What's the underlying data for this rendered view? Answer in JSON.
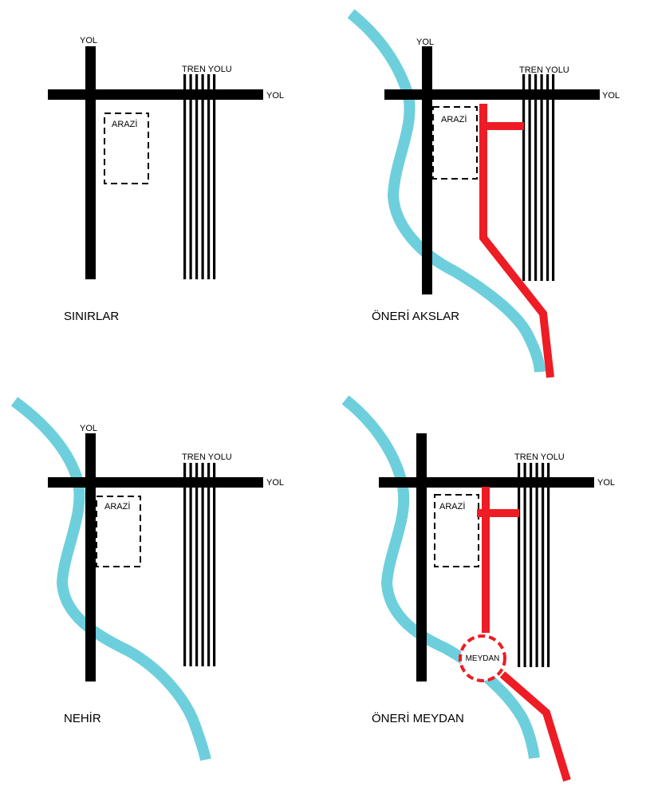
{
  "labels": {
    "road": "YOL",
    "railway": "TREN YOLU",
    "site": "ARAZİ",
    "plaza": "MEYDAN"
  },
  "captions": {
    "panel1": "SINIRLAR",
    "panel2": "ÖNERİ AKSLAR",
    "panel3": "NEHİR",
    "panel4": "ÖNERİ MEYDAN"
  },
  "colors": {
    "road": "#000000",
    "river": "#6ecfdc",
    "axis": "#ee1c24",
    "site_outline": "#000000"
  }
}
